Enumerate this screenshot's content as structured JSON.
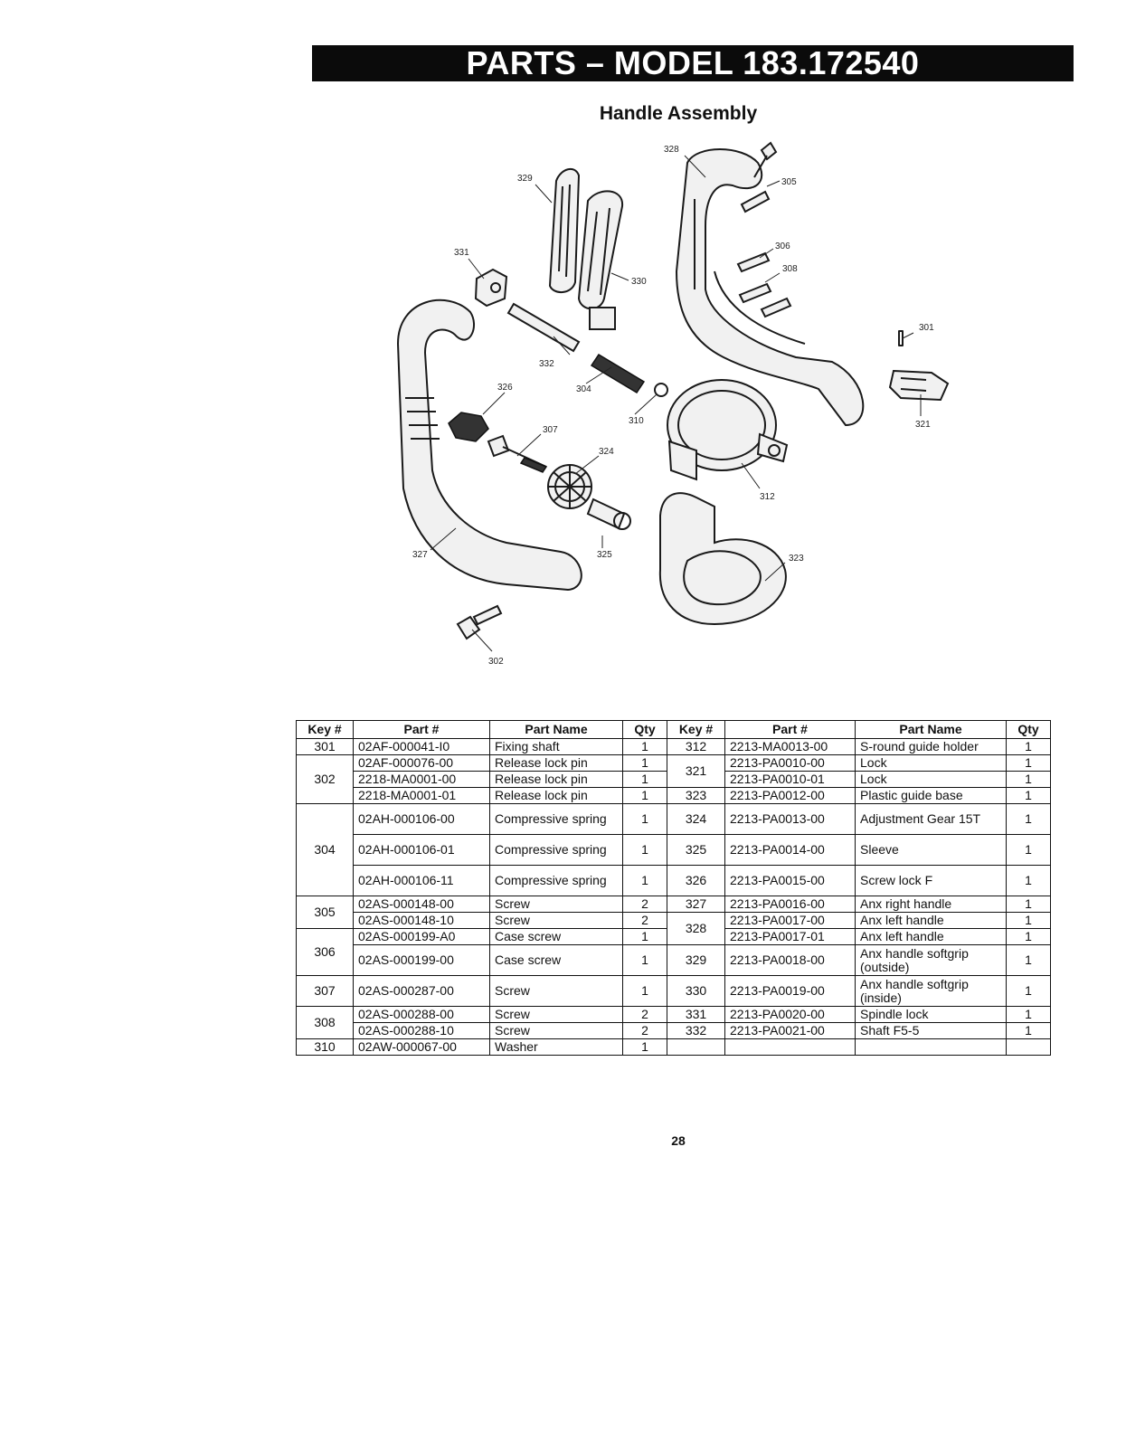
{
  "header": {
    "banner": "PARTS – MODEL 183.172540",
    "subtitle": "Handle Assembly"
  },
  "callouts": [
    "328",
    "305",
    "329",
    "306",
    "308",
    "331",
    "330",
    "301",
    "332",
    "326",
    "304",
    "310",
    "307",
    "324",
    "321",
    "312",
    "327",
    "325",
    "323",
    "302"
  ],
  "table": {
    "headers": [
      "Key #",
      "Part #",
      "Part Name",
      "Qty",
      "Key #",
      "Part #",
      "Part Name",
      "Qty"
    ],
    "left": [
      {
        "key": "301",
        "part": "02AF-000041-I0",
        "name": "Fixing shaft",
        "qty": "1"
      },
      {
        "key": "302",
        "part": "02AF-000076-00",
        "name": "Release lock pin",
        "qty": "1"
      },
      {
        "part": "2218-MA0001-00",
        "name": "Release lock pin",
        "qty": "1"
      },
      {
        "part": "2218-MA0001-01",
        "name": "Release lock pin",
        "qty": "1"
      },
      {
        "key": "304",
        "part": "02AH-000106-00",
        "name": "Compressive spring",
        "qty": "1"
      },
      {
        "part": "02AH-000106-01",
        "name": "Compressive spring",
        "qty": "1"
      },
      {
        "part": "02AH-000106-11",
        "name": "Compressive spring",
        "qty": "1"
      },
      {
        "key": "305",
        "part": "02AS-000148-00",
        "name": "Screw",
        "qty": "2"
      },
      {
        "part": "02AS-000148-10",
        "name": "Screw",
        "qty": "2"
      },
      {
        "key": "306",
        "part": "02AS-000199-A0",
        "name": "Case screw",
        "qty": "1"
      },
      {
        "part": "02AS-000199-00",
        "name": "Case screw",
        "qty": "1"
      },
      {
        "key": "307",
        "part": "02AS-000287-00",
        "name": "Screw",
        "qty": "1"
      },
      {
        "key": "308",
        "part": "02AS-000288-00",
        "name": "Screw",
        "qty": "2"
      },
      {
        "part": "02AS-000288-10",
        "name": "Screw",
        "qty": "2"
      },
      {
        "key": "310",
        "part": "02AW-000067-00",
        "name": "Washer",
        "qty": "1"
      }
    ],
    "right": [
      {
        "key": "312",
        "part": "2213-MA0013-00",
        "name": "S-round guide holder",
        "qty": "1"
      },
      {
        "key": "321",
        "part": "2213-PA0010-00",
        "name": "Lock",
        "qty": "1"
      },
      {
        "part": "2213-PA0010-01",
        "name": "Lock",
        "qty": "1"
      },
      {
        "key": "323",
        "part": "2213-PA0012-00",
        "name": "Plastic guide base",
        "qty": "1"
      },
      {
        "key": "324",
        "part": "2213-PA0013-00",
        "name": "Adjustment Gear 15T",
        "qty": "1"
      },
      {
        "key": "325",
        "part": "2213-PA0014-00",
        "name": "Sleeve",
        "qty": "1"
      },
      {
        "key": "326",
        "part": "2213-PA0015-00",
        "name": "Screw lock F",
        "qty": "1"
      },
      {
        "key": "327",
        "part": "2213-PA0016-00",
        "name": "Anx right handle",
        "qty": "1"
      },
      {
        "key": "328",
        "part": "2213-PA0017-00",
        "name": "Anx left handle",
        "qty": "1"
      },
      {
        "part": "2213-PA0017-01",
        "name": "Anx left handle",
        "qty": "1"
      },
      {
        "key": "329",
        "part": "2213-PA0018-00",
        "name": "Anx handle softgrip (outside)",
        "qty": "1"
      },
      {
        "key": "330",
        "part": "2213-PA0019-00",
        "name": "Anx handle softgrip (inside)",
        "qty": "1"
      },
      {
        "key": "331",
        "part": "2213-PA0020-00",
        "name": "Spindle lock",
        "qty": "1"
      },
      {
        "key": "332",
        "part": "2213-PA0021-00",
        "name": "Shaft F5-5",
        "qty": "1"
      }
    ]
  },
  "footer": {
    "page_number": "28"
  }
}
